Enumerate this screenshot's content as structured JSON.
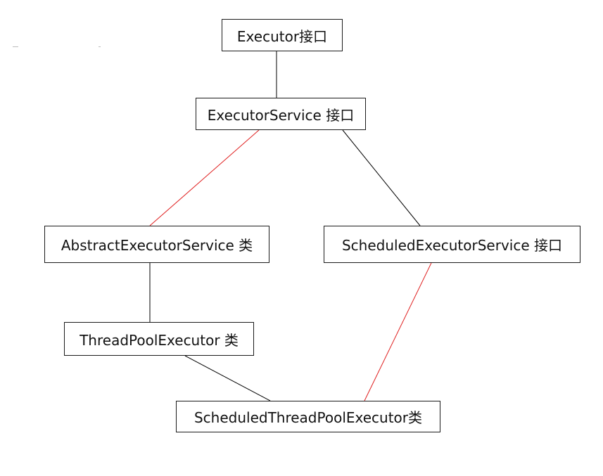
{
  "diagram": {
    "nodes": [
      {
        "id": "executor",
        "label": "Executor接口"
      },
      {
        "id": "executor_service",
        "label": "ExecutorService 接口"
      },
      {
        "id": "abstract_executor_service",
        "label": "AbstractExecutorService 类"
      },
      {
        "id": "scheduled_executor_service",
        "label": "ScheduledExecutorService 接口"
      },
      {
        "id": "thread_pool_executor",
        "label": "ThreadPoolExecutor 类"
      },
      {
        "id": "scheduled_thread_pool_executor",
        "label": "ScheduledThreadPoolExecutor类"
      }
    ],
    "edges": [
      {
        "from": "executor",
        "to": "executor_service",
        "color": "#000000"
      },
      {
        "from": "executor_service",
        "to": "abstract_executor_service",
        "color": "#e02020"
      },
      {
        "from": "executor_service",
        "to": "scheduled_executor_service",
        "color": "#000000"
      },
      {
        "from": "abstract_executor_service",
        "to": "thread_pool_executor",
        "color": "#000000"
      },
      {
        "from": "thread_pool_executor",
        "to": "scheduled_thread_pool_executor",
        "color": "#000000"
      },
      {
        "from": "scheduled_executor_service",
        "to": "scheduled_thread_pool_executor",
        "color": "#e02020"
      }
    ]
  }
}
